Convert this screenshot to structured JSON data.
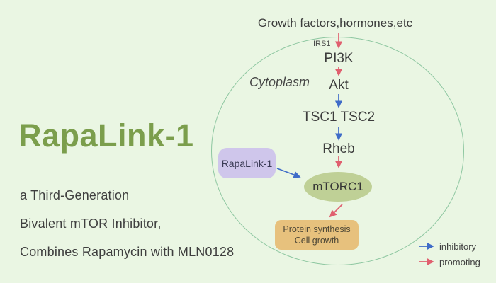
{
  "colors": {
    "background": "#eaf6e3",
    "title_green": "#7b9e4c",
    "body_text": "#3f3f3f",
    "cell_border_green": "#8ec7a1",
    "inhibitory_blue": "#3f6cc8",
    "promoting_red": "#e0606f",
    "rapalink_box_lavender": "#cfc6eb",
    "mtorc1_olive": "#bfd096",
    "protein_box_tan": "#e7c17d"
  },
  "left_panel": {
    "title": "RapaLink-1",
    "line1": "a Third-Generation",
    "line2": "Bivalent mTOR Inhibitor,",
    "line3": "Combines Rapamycin with MLN0128"
  },
  "diagram": {
    "cell_label": "Cytoplasm",
    "nodes": {
      "growth_factors": "Growth factors,hormones,etc",
      "irs1": "IRS1",
      "pi3k": "PI3K",
      "akt": "Akt",
      "tsc": "TSC1 TSC2",
      "rheb": "Rheb",
      "mtorc1": "mTORC1",
      "rapalink_box": "RapaLink-1",
      "protein_line1": "Protein synthesis",
      "protein_line2": "Cell growth"
    }
  },
  "legend": {
    "inhibitory": "inhibitory",
    "promoting": "promoting"
  }
}
